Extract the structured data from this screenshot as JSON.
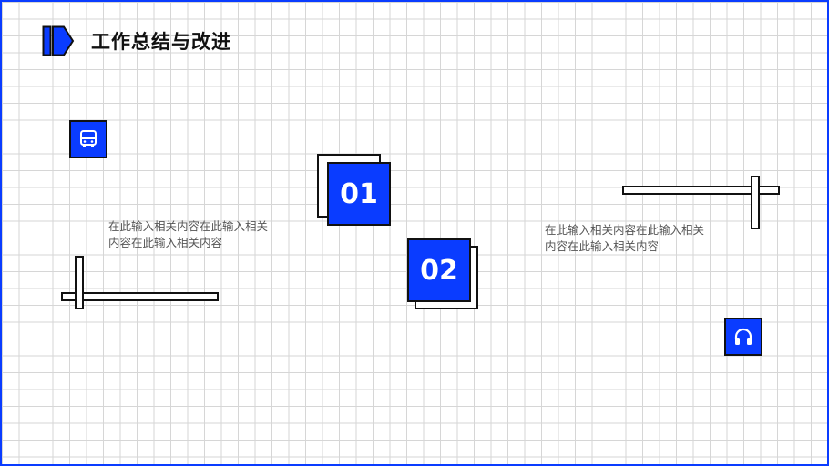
{
  "header": {
    "title": "工作总结与改进",
    "accent_color": "#0a3cff"
  },
  "icons": {
    "top_left": "bus-icon",
    "bottom_right": "headphones-icon"
  },
  "items": [
    {
      "number": "01",
      "text": "在此输入相关内容在此输入相关内容在此输入相关内容"
    },
    {
      "number": "02",
      "text": "在此输入相关内容在此输入相关内容在此输入相关内容"
    }
  ]
}
